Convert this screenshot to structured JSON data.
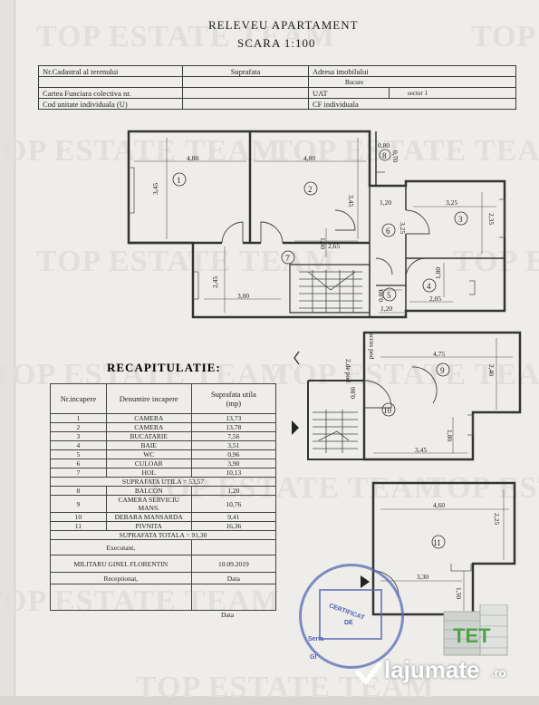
{
  "header": {
    "title": "RELEVEU APARTAMENT",
    "scale": "SCARA 1:100"
  },
  "watermark": "TOP ESTATE TEAM",
  "info_table": {
    "cadastral_label": "Nr.Cadastral al terenului",
    "surface_label": "Suprafata",
    "address_label": "Adresa imobilului",
    "address_value": "Bucure",
    "cf_collective_label": "Cartea Funciara colectiva nr.",
    "uat_label": "UAT",
    "sector_value": "sector 1",
    "unit_code_label": "Cod unitate individuala (U)",
    "cf_individual_label": "CF individuala"
  },
  "plan_dims": {
    "d400a": "4,00",
    "d400b": "4,00",
    "d345a": "3,45",
    "d345b": "3,45",
    "d080": "0,80",
    "d070": "0,70",
    "d120a": "1,20",
    "d325a": "3,25",
    "d325b": "3,25",
    "d235": "2,35",
    "d100": "1,00",
    "d265": "2,65",
    "d245": "2,45",
    "d300": "3,00",
    "d180a": "1,80",
    "d205": "2,05",
    "d080b": "0,80",
    "d120b": "1,20",
    "d475": "4,75",
    "d240": "2,40",
    "d180b": "1,80",
    "d345c": "3,45",
    "d086": "0,86",
    "d460": "4,60",
    "d225": "2,25",
    "d330": "3,30",
    "d150": "1,50",
    "stair_label": "acces pod",
    "stair_label2": "2,de pod"
  },
  "room_numbers": [
    "1",
    "2",
    "3",
    "4",
    "5",
    "6",
    "7",
    "8",
    "9",
    "10",
    "11"
  ],
  "recap": {
    "title": "RECAPITULATIE:",
    "col_nr": "Nr.incapere",
    "col_name": "Denumire incapere",
    "col_area": "Suprafata utila",
    "col_area_unit": "(mp)",
    "rows": [
      {
        "nr": "1",
        "name": "CAMERA",
        "area": "13,73"
      },
      {
        "nr": "2",
        "name": "CAMERA",
        "area": "13,78"
      },
      {
        "nr": "3",
        "name": "BUCATARIE",
        "area": "7,56"
      },
      {
        "nr": "4",
        "name": "BAIE",
        "area": "3,51"
      },
      {
        "nr": "5",
        "name": "WC",
        "area": "0,96"
      },
      {
        "nr": "6",
        "name": "CULOAR",
        "area": "3,90"
      },
      {
        "nr": "7",
        "name": "HOL",
        "area": "10,13"
      }
    ],
    "useful_label": "SUPRAFATA UTILA = 53,57",
    "rows2": [
      {
        "nr": "8",
        "name": "BALCON",
        "area": "1,20"
      },
      {
        "nr": "9",
        "name": "CAMERA SERVICIU MANS.",
        "area": "10,76"
      },
      {
        "nr": "10",
        "name": "DEBARA MANSARDA",
        "area": "9,41"
      },
      {
        "nr": "11",
        "name": "PIVNITA",
        "area": "16,36"
      }
    ],
    "total_label": "SUPRAFATA TOTALA = 91,30",
    "executed_label": "Executant,",
    "executor_name": "MILITARU GINEL FLORENTIN",
    "date_label": "Data",
    "date_value": "10.09.2019",
    "received_label": "Receptionat,",
    "date_label2": "Data"
  },
  "stamp": {
    "line1": "CERTIFICAT",
    "line2": "DE",
    "line3": "Seria",
    "line4": "GI"
  },
  "footer": {
    "logo_text": "lajumate",
    "logo_suffix": ".ro",
    "brand_mark": "TET"
  }
}
